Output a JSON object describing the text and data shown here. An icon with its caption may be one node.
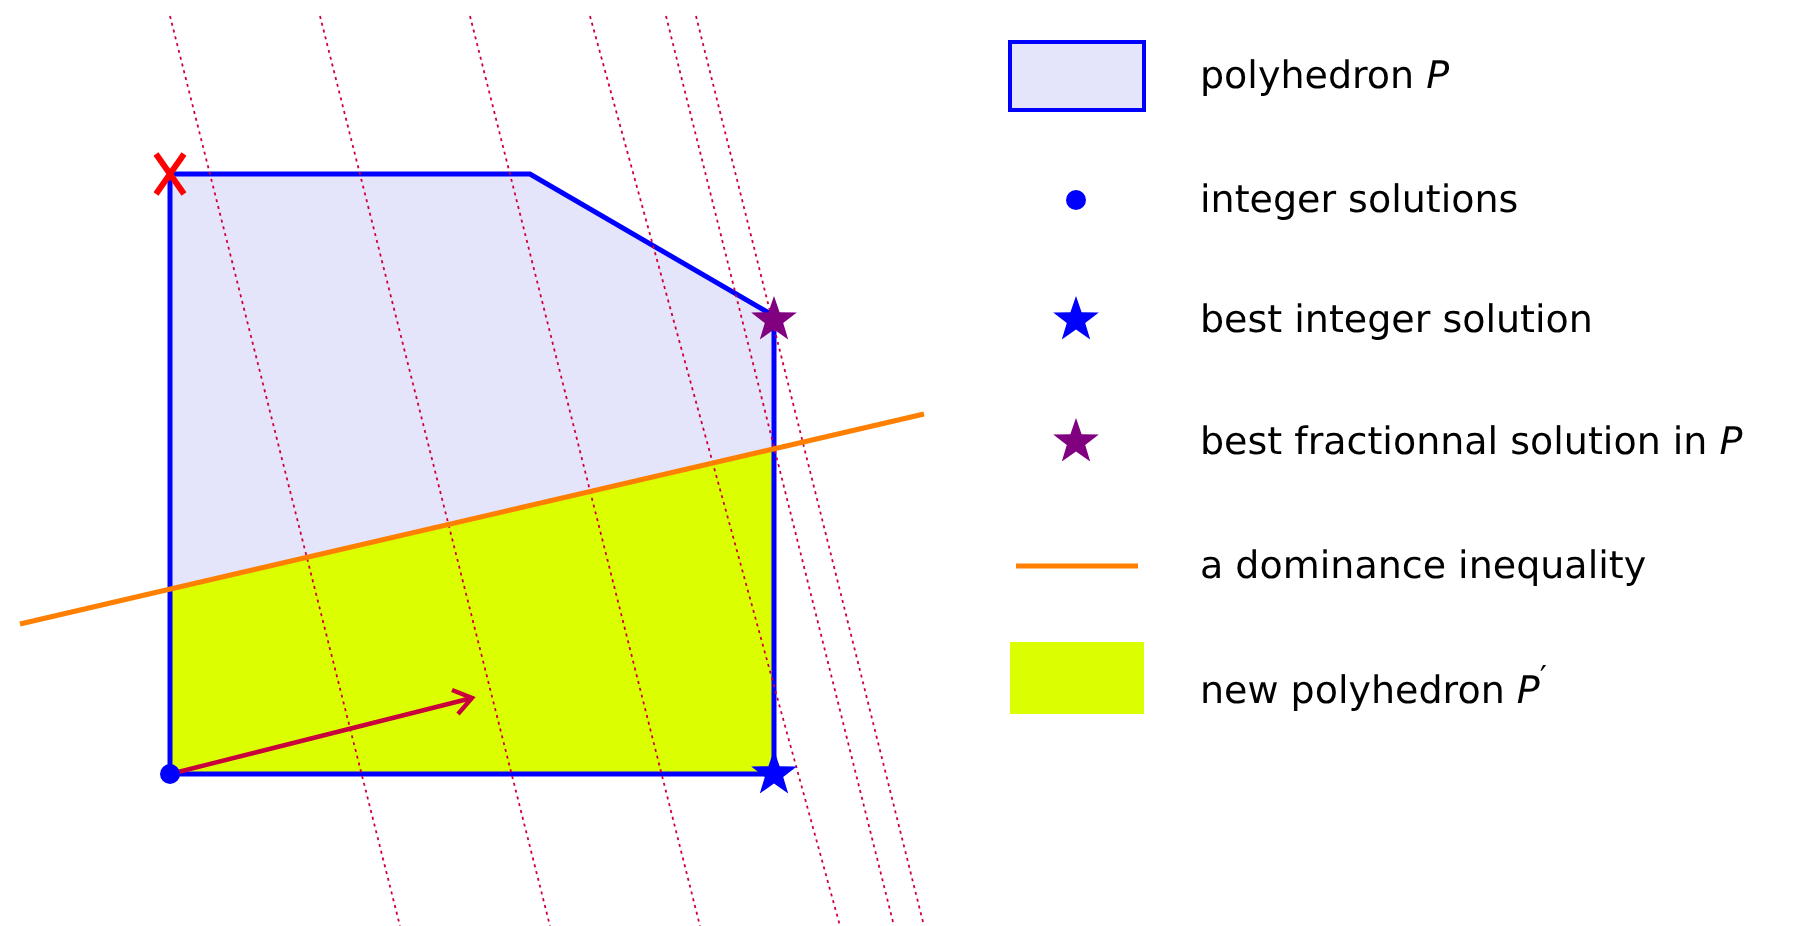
{
  "diagram": {
    "legend": [
      {
        "text": "polyhedron *P*",
        "color": "#e4e4fa"
      },
      {
        "text": "integer solutions"
      },
      {
        "text": "best integer solution"
      },
      {
        "text": "best fractionnal solution in *P*"
      },
      {
        "text": "a dominance inequality"
      },
      {
        "text": "new polyhedron *P*$^{′}$",
        "color": "#dbff00"
      }
    ]
  }
}
